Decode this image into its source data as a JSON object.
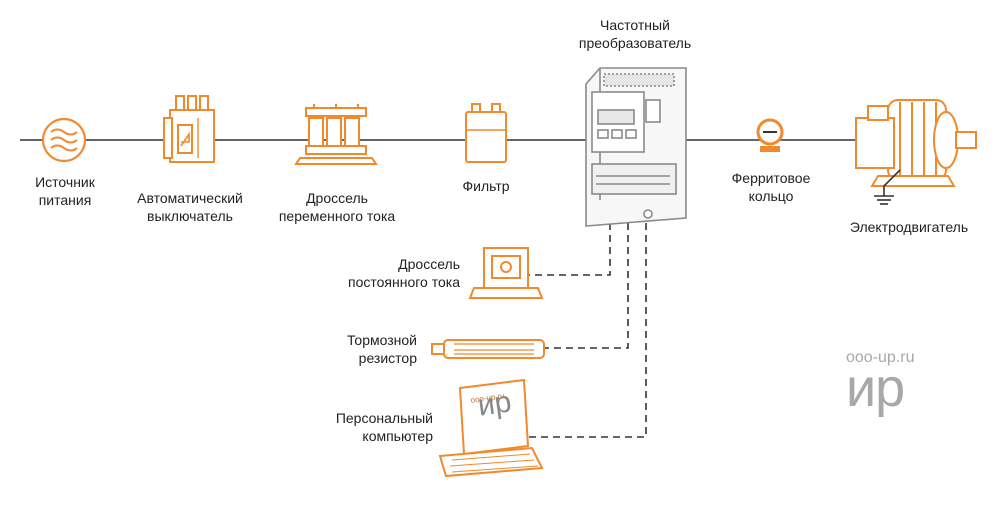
{
  "colors": {
    "accent": "#f08a2c",
    "line": "#333333",
    "text": "#222222",
    "watermark": "#a8a8a8"
  },
  "nodes": {
    "power_source": [
      "Источник",
      "питания"
    ],
    "circuit_breaker": [
      "Автоматический",
      "выключатель"
    ],
    "ac_choke": [
      "Дроссель",
      "переменного тока"
    ],
    "filter": [
      "Фильтр"
    ],
    "inverter": [
      "Частотный",
      "преобразователь"
    ],
    "ferrite_ring": [
      "Ферритовое",
      "кольцо"
    ],
    "motor": [
      "Электродвигатель"
    ],
    "dc_choke": [
      "Дроссель",
      "постоянного тока"
    ],
    "brake_resistor": [
      "Тормозной",
      "резистор"
    ],
    "pc": [
      "Персональный",
      "компьютер"
    ]
  },
  "watermark": {
    "url": "ooo-up.ru",
    "logo": "ир"
  },
  "laptop_screen": {
    "url": "ooo-up.ru",
    "logo": "ир"
  }
}
